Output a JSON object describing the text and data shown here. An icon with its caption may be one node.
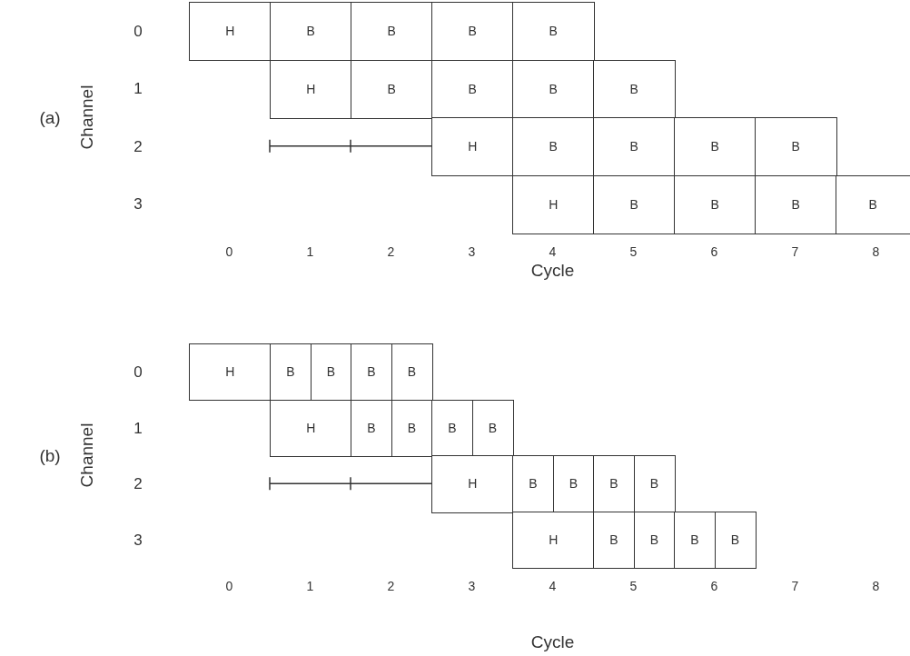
{
  "diagram": {
    "nodes": [
      {
        "text": [
          "H"
        ]
      },
      {
        "text": [
          "B"
        ]
      },
      {
        "text": [
          "B"
        ]
      },
      {
        "text": [
          "B"
        ]
      },
      {
        "text": [
          "B"
        ]
      },
      {
        "text": [
          "H"
        ]
      },
      {
        "text": [
          "B"
        ]
      },
      {
        "text": [
          "B"
        ]
      },
      {
        "text": [
          "B"
        ]
      },
      {
        "text": [
          "B"
        ]
      },
      {
        "text": [
          "H"
        ]
      },
      {
        "text": [
          "B"
        ]
      },
      {
        "text": [
          "B"
        ]
      },
      {
        "text": [
          "B"
        ]
      },
      {
        "text": [
          "B"
        ]
      },
      {
        "text": [
          "H"
        ]
      },
      {
        "text": [
          "B"
        ]
      },
      {
        "text": [
          "B"
        ]
      },
      {
        "text": [
          "B"
        ]
      },
      {
        "text": [
          "B"
        ]
      },
      {
        "text": [
          "H"
        ]
      },
      {
        "text": [
          "B"
        ]
      },
      {
        "text": [
          "B"
        ]
      },
      {
        "text": [
          "B"
        ]
      },
      {
        "text": [
          "B"
        ]
      },
      {
        "text": [
          "H"
        ]
      },
      {
        "text": [
          "B"
        ]
      },
      {
        "text": [
          "B"
        ]
      },
      {
        "text": [
          "B"
        ]
      },
      {
        "text": [
          "B"
        ]
      },
      {
        "text": [
          "H"
        ]
      },
      {
        "text": [
          "B"
        ]
      },
      {
        "text": [
          "B"
        ]
      },
      {
        "text": [
          "B"
        ]
      },
      {
        "text": [
          "B"
        ]
      },
      {
        "text": [
          "H"
        ]
      },
      {
        "text": [
          "B"
        ]
      },
      {
        "text": [
          "B"
        ]
      },
      {
        "text": [
          "B"
        ]
      },
      {
        "text": [
          "B"
        ]
      }
    ],
    "labels": [
      "(a)",
      "Channel",
      "0",
      "1",
      "2",
      "3",
      "0",
      "1",
      "2",
      "3",
      "4",
      "5",
      "6",
      "7",
      "8",
      "Cycle",
      "(b)",
      "Channel",
      "0",
      "1",
      "2",
      "3",
      "0",
      "1",
      "2",
      "3",
      "4",
      "5",
      "6",
      "7",
      "8",
      "Cycle"
    ]
  }
}
